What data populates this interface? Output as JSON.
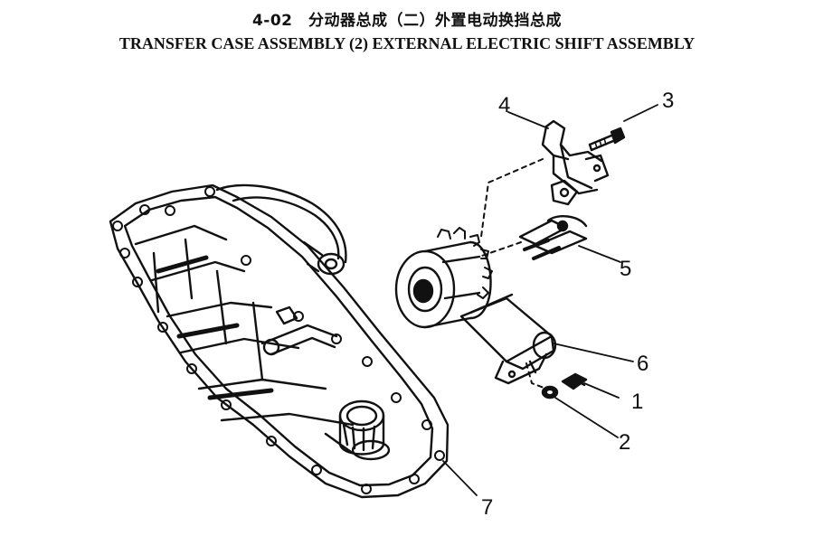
{
  "header": {
    "title_cn": "4-02　分动器总成（二）外置电动换挡总成",
    "title_en": "TRANSFER CASE ASSEMBLY (2) EXTERNAL ELECTRIC SHIFT ASSEMBLY"
  },
  "callouts": [
    "1",
    "2",
    "3",
    "4",
    "5",
    "6",
    "7"
  ],
  "colors": {
    "ink": "#111111",
    "paper": "#ffffff"
  }
}
